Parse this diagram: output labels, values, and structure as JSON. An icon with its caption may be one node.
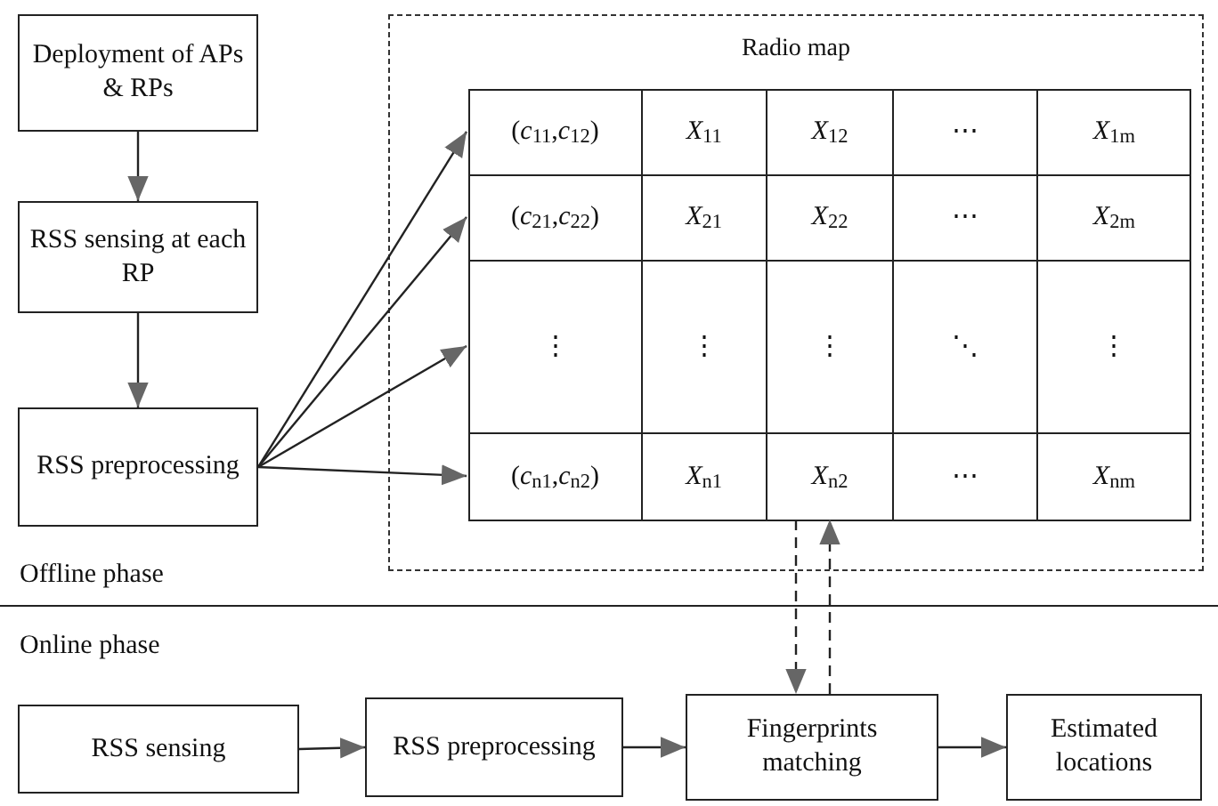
{
  "diagram": {
    "nodes": [
      {
        "text": [
          "Deployment of APs & RPs"
        ]
      },
      {
        "text": [
          "RSS sensing at each RP"
        ]
      },
      {
        "text": [
          "RSS preprocessing"
        ]
      },
      {
        "text": [
          "Radio map"
        ]
      },
      {
        "text": [
          "(*c*$_{11}$,*c*$_{12}$)",
          "*X*$_{11}$",
          "*X*$_{12}$",
          "⋯",
          "*X*$_{1m}$"
        ],
        "in": 3
      },
      {
        "text": [
          "(*c*$_{21}$,*c*$_{22}$)",
          "*X*$_{21}$",
          "*X*$_{22}$",
          "⋯",
          "*X*$_{2m}$"
        ],
        "in": 3
      },
      {
        "text": [
          "⋮",
          "⋮",
          "⋮",
          "⋱",
          "⋮"
        ],
        "in": 3
      },
      {
        "text": [
          "(*c*$_{n1}$,*c*$_{n2}$)",
          "*X*$_{n1}$",
          "*X*$_{n2}$",
          "⋯",
          "*X*$_{nm}$"
        ],
        "in": 3
      },
      {
        "text": [
          "RSS sensing"
        ]
      },
      {
        "text": [
          "RSS preprocessing"
        ]
      },
      {
        "text": [
          "Fingerprints matching"
        ]
      },
      {
        "text": [
          "Estimated locations"
        ]
      }
    ],
    "edges": [
      {
        "from": 0,
        "to": 1,
        "arrow": "to"
      },
      {
        "from": 1,
        "to": 2,
        "arrow": "to"
      },
      {
        "from": 2,
        "to": 4,
        "arrow": "to"
      },
      {
        "from": 2,
        "to": 5,
        "arrow": "to"
      },
      {
        "from": 2,
        "to": 6,
        "arrow": "to"
      },
      {
        "from": 2,
        "to": 7,
        "arrow": "to"
      },
      {
        "from": 7,
        "to": 10,
        "arrow": "to",
        "style": "dashed"
      },
      {
        "from": 10,
        "to": 7,
        "arrow": "to",
        "style": "dashed"
      },
      {
        "from": 8,
        "to": 9,
        "arrow": "to"
      },
      {
        "from": 9,
        "to": 10,
        "arrow": "to"
      },
      {
        "from": 10,
        "to": 11,
        "arrow": "to"
      }
    ],
    "labels": [
      "Offline phase",
      "Online phase"
    ]
  }
}
